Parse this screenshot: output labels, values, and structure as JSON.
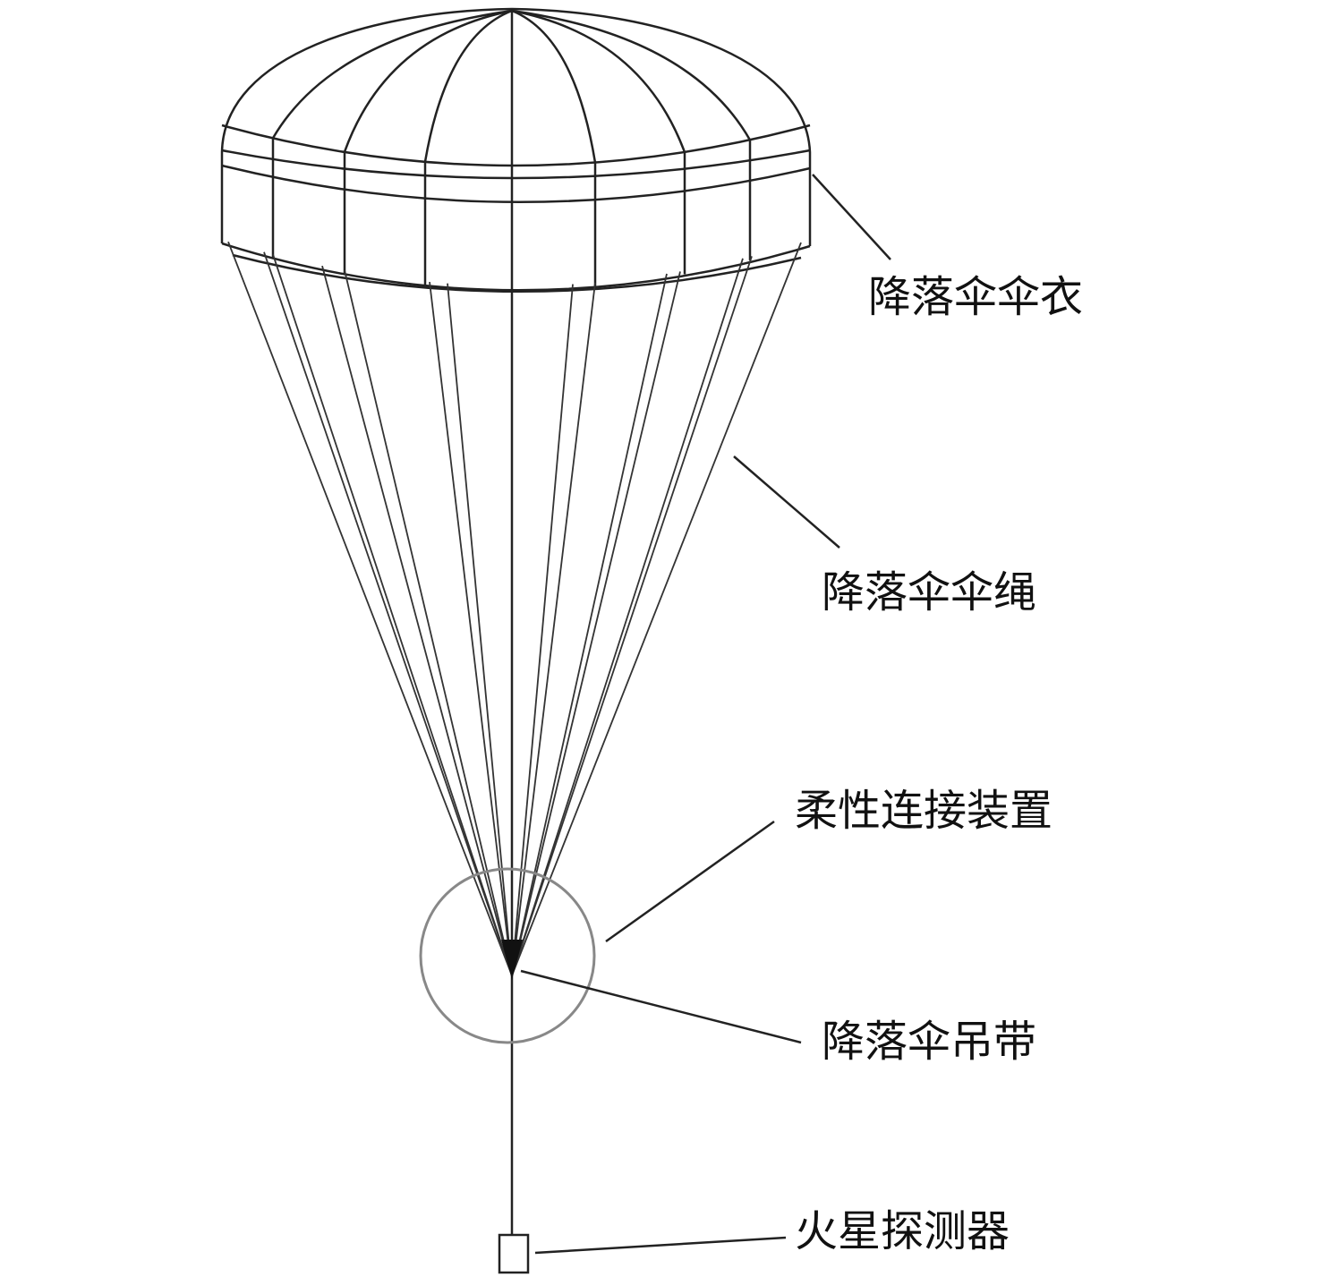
{
  "labels": {
    "canopy": "降落伞伞衣",
    "suspension_lines": "降落伞伞绳",
    "flexible_connector": "柔性连接装置",
    "riser": "降落伞吊带",
    "probe": "火星探测器"
  },
  "colors": {
    "line": "#222222",
    "circle": "#888888",
    "background": "#ffffff"
  }
}
